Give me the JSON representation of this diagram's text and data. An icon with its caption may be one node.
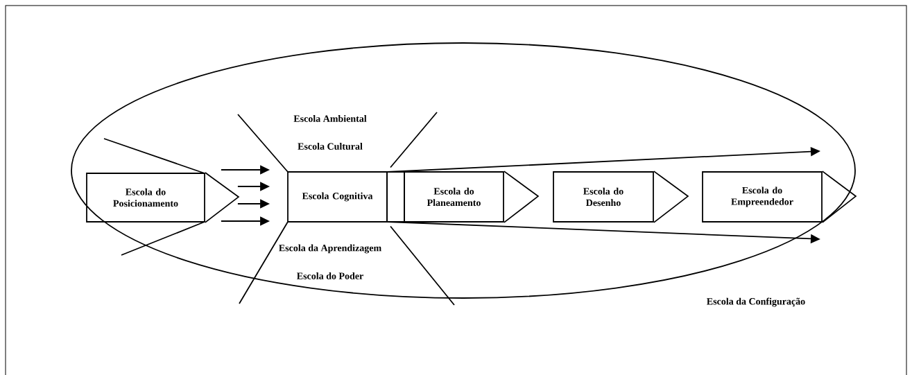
{
  "diagram": {
    "nodes": [
      {
        "text": [
          "Escola da Configuração"
        ]
      },
      {
        "text": [
          "Escola do Posicionamento"
        ],
        "in": 0
      },
      {
        "text": [
          "Escola Cognitiva"
        ],
        "in": 0
      },
      {
        "text": [],
        "shape": "box",
        "in": 0
      },
      {
        "text": [
          "Escola do Planeamento"
        ],
        "in": 0
      },
      {
        "text": [
          "Escola do Desenho"
        ],
        "in": 0
      },
      {
        "text": [
          "Escola do Empreendedor"
        ],
        "in": 0
      }
    ],
    "edges": [
      {
        "from": 1,
        "to": 2,
        "arrow": "to"
      },
      {
        "from": 1,
        "to": 2,
        "arrow": "to"
      },
      {
        "from": 1,
        "to": 2,
        "arrow": "to"
      },
      {
        "from": 1,
        "to": 2,
        "arrow": "to"
      },
      {
        "from": 2,
        "to": null,
        "arrow": "to"
      },
      {
        "from": 2,
        "to": null,
        "arrow": "to"
      }
    ],
    "labels": [
      "Escola Ambiental",
      "Escola Cultural",
      "Escola da Aprendizagem",
      "Escola do Poder"
    ]
  }
}
